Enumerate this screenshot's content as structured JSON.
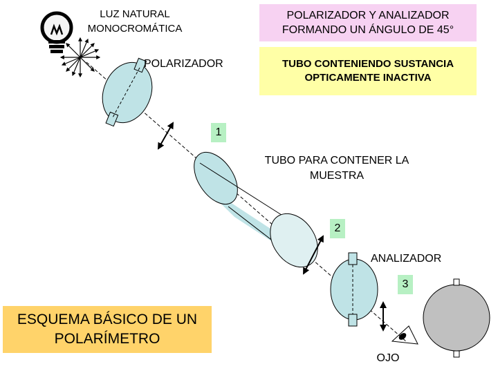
{
  "labels": {
    "light_source": "LUZ NATURAL MONOCROMÁTICA",
    "polarizer": "POLARIZADOR",
    "angle_note": "POLARIZADOR Y ANALIZADOR FORMANDO UN ÁNGULO DE 45°",
    "inactive_tube": "TUBO CONTENIENDO SUSTANCIA OPTICAMENTE INACTIVA",
    "sample_tube": "TUBO PARA CONTENER LA MUESTRA",
    "analyzer": "ANALIZADOR",
    "eye": "OJO",
    "title": "ESQUEMA BÁSICO DE UN POLARÍMETRO"
  },
  "markers": [
    "1",
    "2",
    "3"
  ],
  "icons": [
    "light-bulb-icon",
    "eye-icon"
  ],
  "colors": {
    "note_pink": "#f7d2f2",
    "note_yellow": "#ffffa6",
    "marker_green": "#b7f0c3",
    "title_orange": "#ffd36a",
    "optics_blue": "#bfe3e6",
    "screen_gray": "#c0c0c0"
  }
}
